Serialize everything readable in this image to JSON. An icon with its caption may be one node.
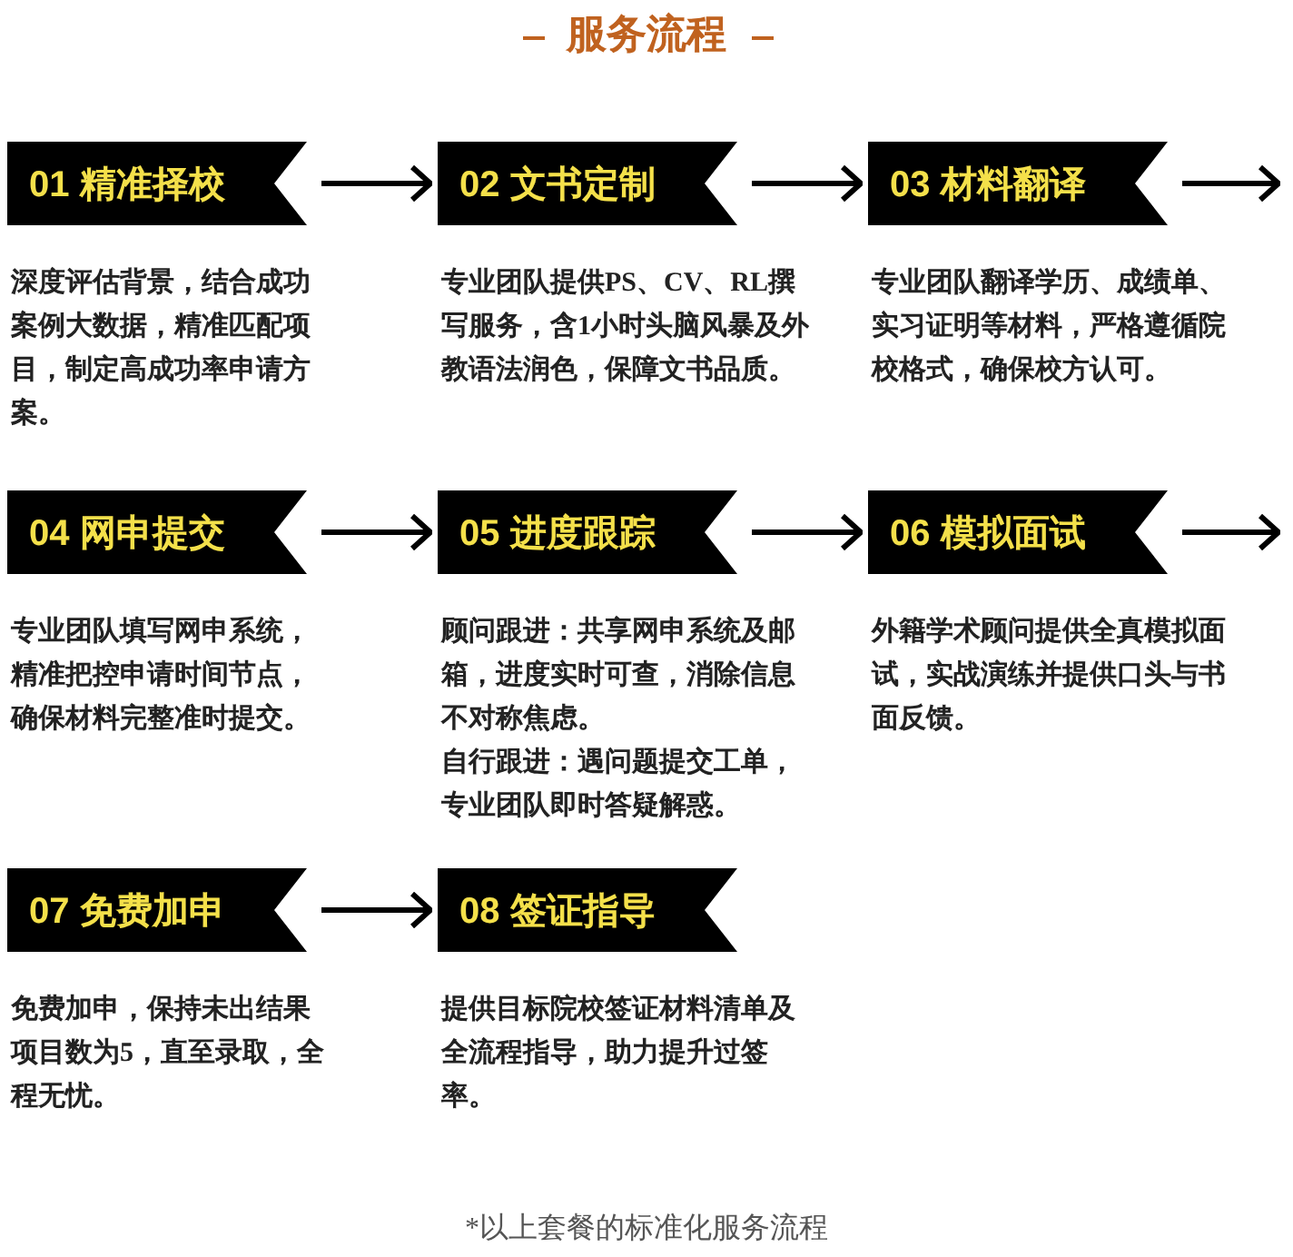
{
  "diagram": {
    "title": "服务流程",
    "caption": "*以上套餐的标准化服务流程",
    "nodes": [
      {
        "text": [
          "01 精准择校"
        ],
        "beside": [
          "深度评估背景，结合成功案例大数据，精准匹配项目，制定高成功率申请方案。"
        ]
      },
      {
        "text": [
          "02 文书定制"
        ],
        "beside": [
          "专业团队提供PS、CV、RL撰写服务，含1小时头脑风暴及外教语法润色，保障文书品质。"
        ]
      },
      {
        "text": [
          "03 材料翻译"
        ],
        "beside": [
          "专业团队翻译学历、成绩单、实习证明等材料，严格遵循院校格式，确保校方认可。"
        ]
      },
      {
        "text": [
          "04 网申提交"
        ],
        "beside": [
          "专业团队填写网申系统，精准把控申请时间节点，确保材料完整准时提交。"
        ]
      },
      {
        "text": [
          "05 进度跟踪"
        ],
        "beside": [
          "顾问跟进：共享网申系统及邮箱，进度实时可查，消除信息不对称焦虑。",
          "自行跟进：遇问题提交工单，专业团队即时答疑解惑。"
        ]
      },
      {
        "text": [
          "06 模拟面试"
        ],
        "beside": [
          "外籍学术顾问提供全真模拟面试，实战演练并提供口头与书面反馈。"
        ]
      },
      {
        "text": [
          "07 免费加申"
        ],
        "beside": [
          "免费加申，保持未出结果项目数为5，直至录取，全程无忧。"
        ]
      },
      {
        "text": [
          "08 签证指导"
        ],
        "beside": [
          "提供目标院校签证材料清单及全流程指导，助力提升过签率。"
        ]
      }
    ],
    "edges": [
      {
        "from": 0,
        "to": 1,
        "arrow": "to"
      },
      {
        "from": 1,
        "to": 2,
        "arrow": "to"
      },
      {
        "from": 2,
        "to": null,
        "arrow": "to"
      },
      {
        "from": 3,
        "to": 4,
        "arrow": "to"
      },
      {
        "from": 4,
        "to": 5,
        "arrow": "to"
      },
      {
        "from": 5,
        "to": null,
        "arrow": "to"
      },
      {
        "from": 6,
        "to": 7,
        "arrow": "to"
      }
    ]
  }
}
